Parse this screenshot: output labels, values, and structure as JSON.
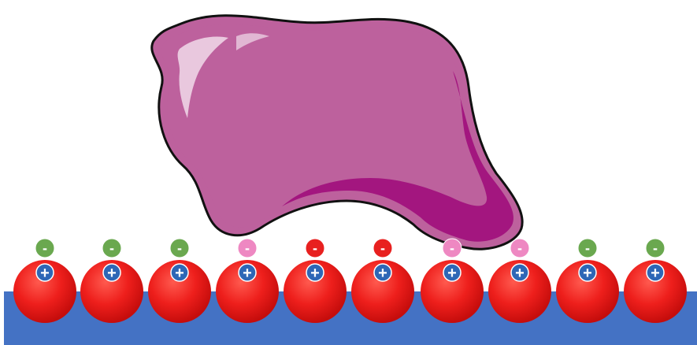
{
  "diagram": {
    "surface": {
      "color": "#4472c4"
    },
    "droplet": {
      "fill": "#bd619d",
      "shadow": "#a3167f",
      "highlight": "#f1dbea",
      "outline": "#111111"
    },
    "balls": {
      "color": "#e8201f",
      "charge_symbol": "+",
      "charge_fill": "#2e67b6"
    },
    "ion_colors": {
      "green": "#6aa84f",
      "red": "#e8201f",
      "pink": "#ee88c2"
    },
    "charges": [
      {
        "symbol": "-",
        "color_key": "green"
      },
      {
        "symbol": "-",
        "color_key": "green"
      },
      {
        "symbol": "-",
        "color_key": "green"
      },
      {
        "symbol": "-",
        "color_key": "pink"
      },
      {
        "symbol": "-",
        "color_key": "red"
      },
      {
        "symbol": "-",
        "color_key": "red"
      },
      {
        "symbol": "-",
        "color_key": "pink"
      },
      {
        "symbol": "-",
        "color_key": "pink"
      },
      {
        "symbol": "-",
        "color_key": "green"
      },
      {
        "symbol": "-",
        "color_key": "green"
      }
    ]
  }
}
